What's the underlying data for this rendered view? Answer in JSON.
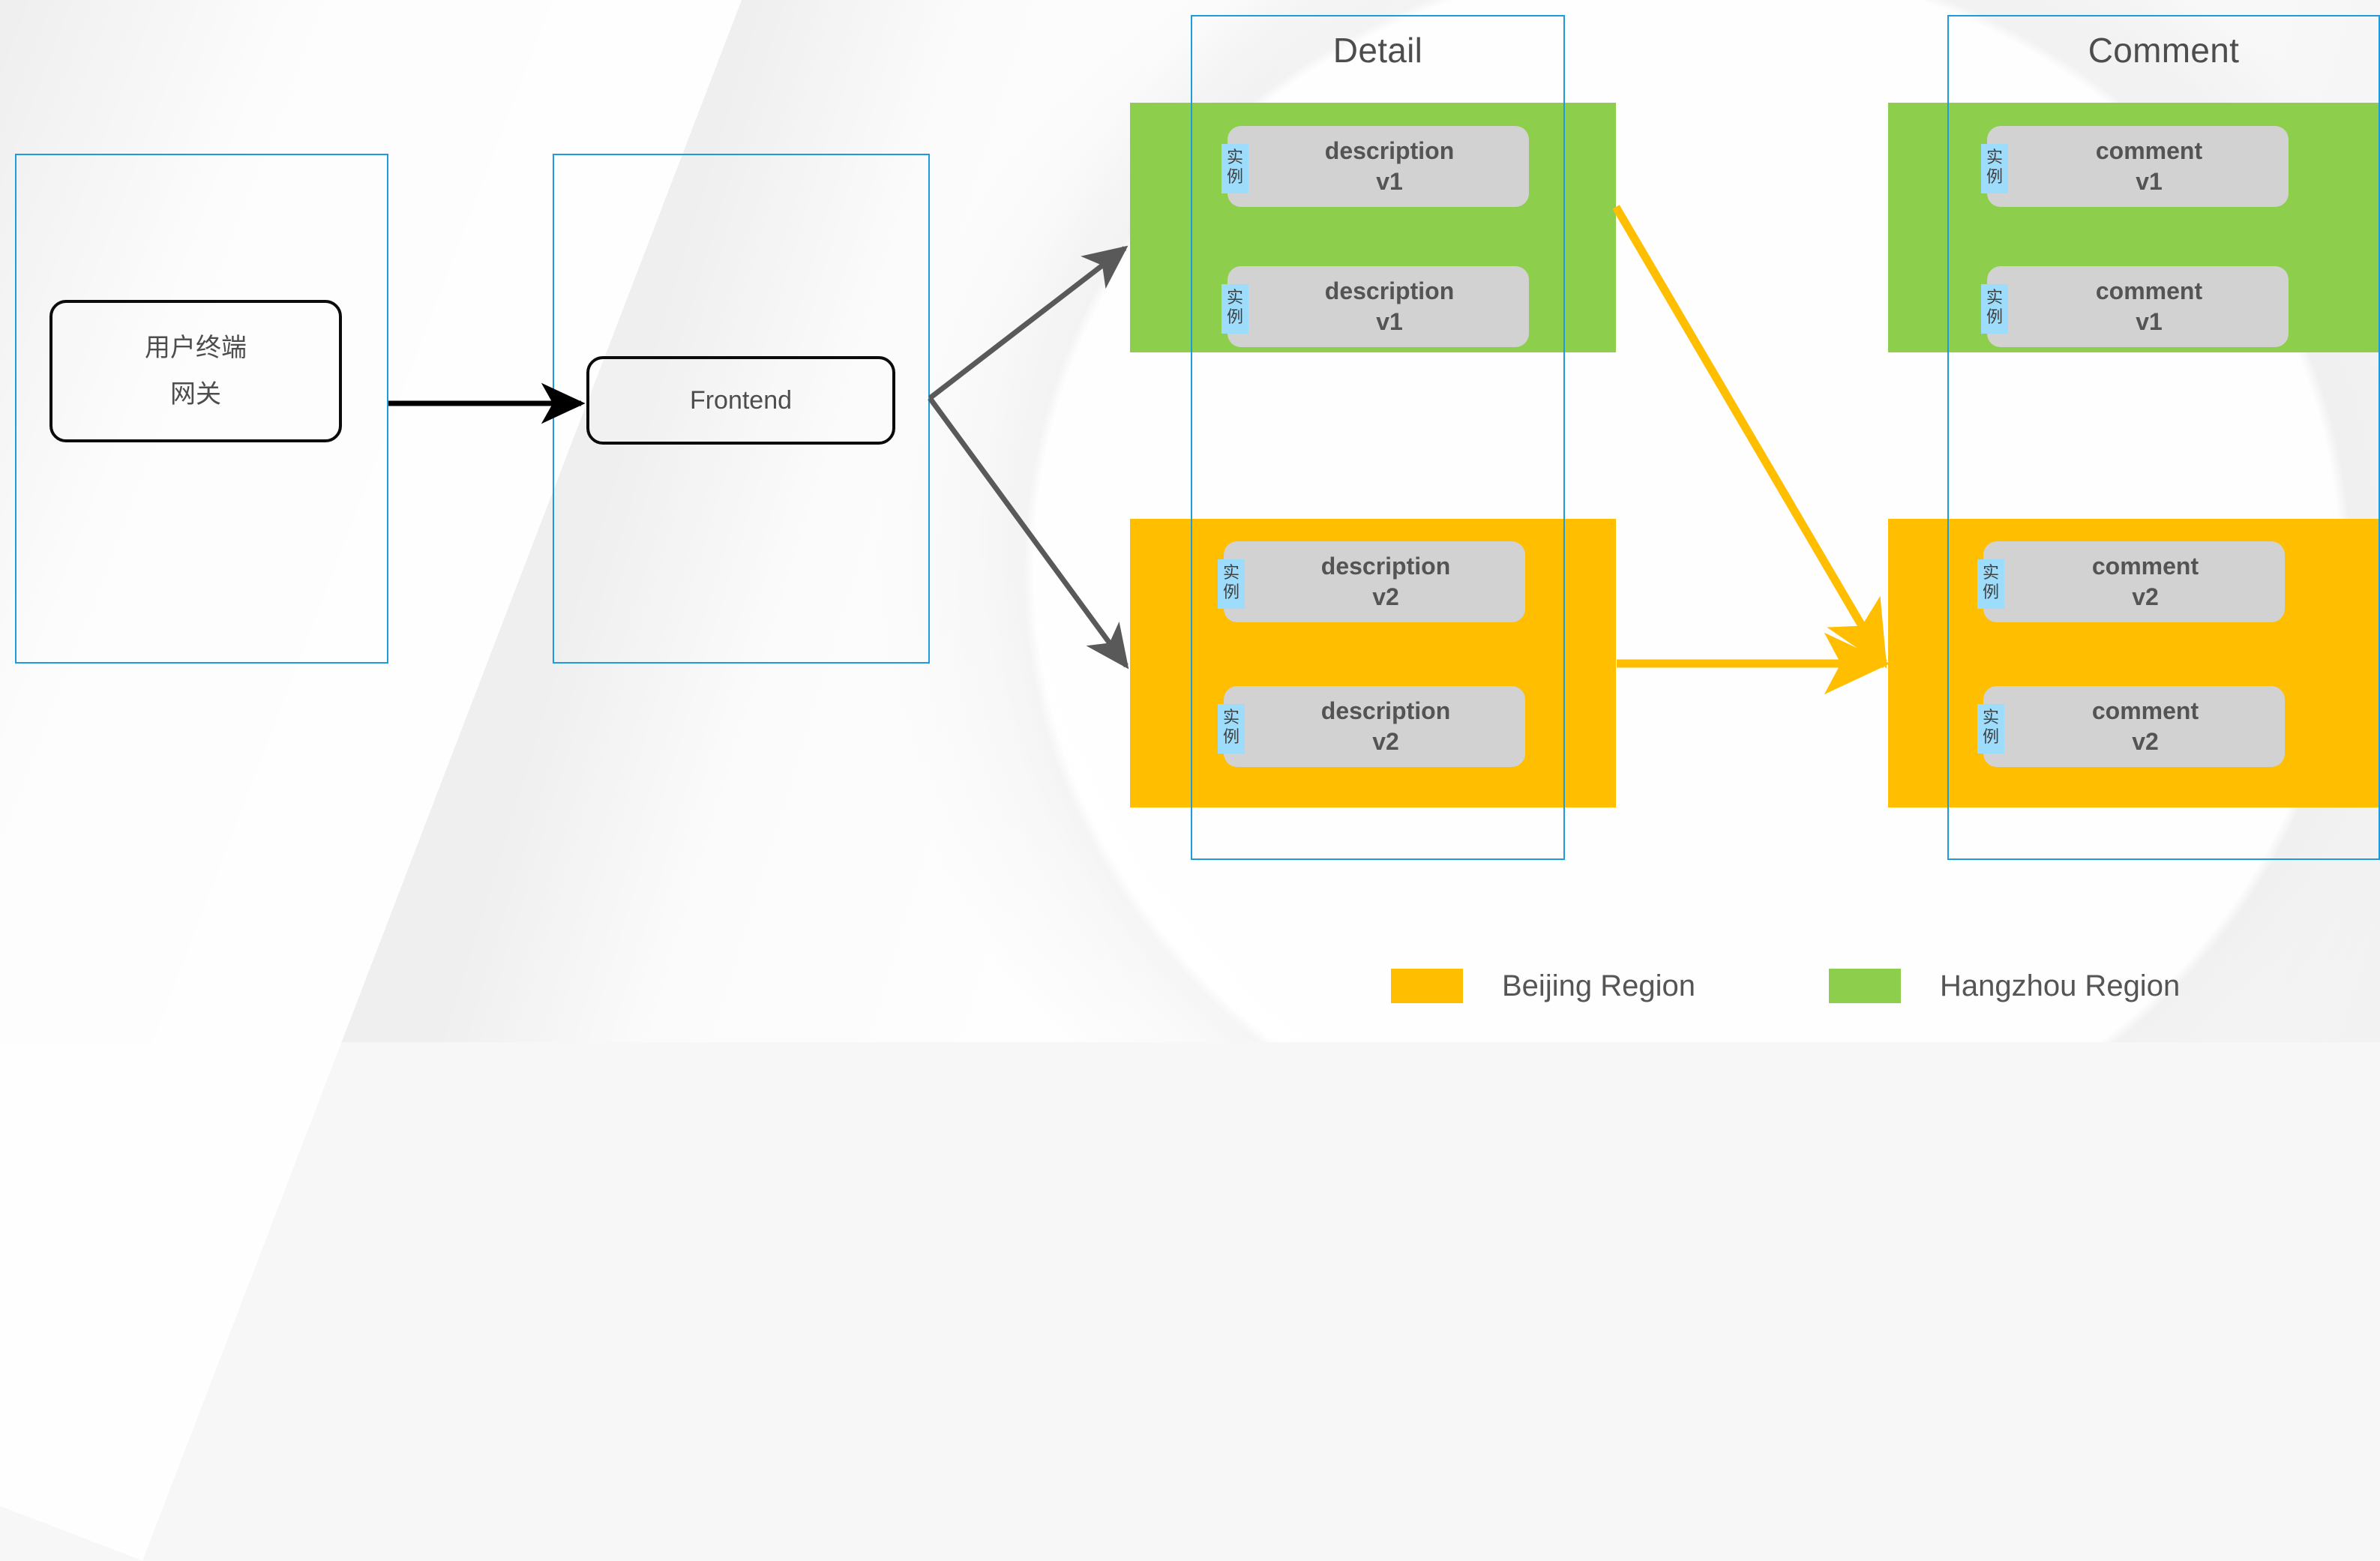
{
  "diagram": {
    "title": "Multi-region service deployment diagram",
    "colors": {
      "hangzhou_green": "#8dce4c",
      "beijing_orange": "#ffbe00",
      "container_border_blue": "#1e9bdd",
      "instance_badge_blue": "#9ddcfb",
      "card_gray": "#d2d2d2",
      "node_border_black": "#0b0b0b",
      "arrow_gray": "#595959",
      "arrow_orange": "#ffbe00",
      "text_gray": "#545454"
    }
  },
  "groups": {
    "client": {
      "title": ""
    },
    "frontend": {
      "title": ""
    },
    "detail": {
      "title": "Detail"
    },
    "comment": {
      "title": "Comment"
    }
  },
  "nodes": {
    "client": {
      "line1": "用户终端",
      "line2": "网关"
    },
    "frontend": {
      "label": "Frontend"
    }
  },
  "instance_badge": {
    "label": "实例"
  },
  "detail_instances": {
    "hangzhou": [
      {
        "name": "description",
        "version": "v1"
      },
      {
        "name": "description",
        "version": "v1"
      }
    ],
    "beijing": [
      {
        "name": "description",
        "version": "v2"
      },
      {
        "name": "description",
        "version": "v2"
      }
    ]
  },
  "comment_instances": {
    "hangzhou": [
      {
        "name": "comment",
        "version": "v1"
      },
      {
        "name": "comment",
        "version": "v1"
      }
    ],
    "beijing": [
      {
        "name": "comment",
        "version": "v2"
      },
      {
        "name": "comment",
        "version": "v2"
      }
    ]
  },
  "legend": {
    "items": [
      {
        "color": "#ffbe00",
        "label": "Beijing Region"
      },
      {
        "color": "#8dce4c",
        "label": "Hangzhou Region"
      }
    ]
  },
  "connections": [
    {
      "from": "frontend",
      "to": "detail-hangzhou",
      "color": "#595959"
    },
    {
      "from": "frontend",
      "to": "detail-beijing",
      "color": "#595959"
    },
    {
      "from": "client",
      "to": "frontend",
      "color": "#000000"
    },
    {
      "from": "detail-hangzhou",
      "to": "comment-beijing",
      "color": "#ffbe00"
    },
    {
      "from": "detail-beijing",
      "to": "comment-beijing",
      "color": "#ffbe00"
    }
  ]
}
